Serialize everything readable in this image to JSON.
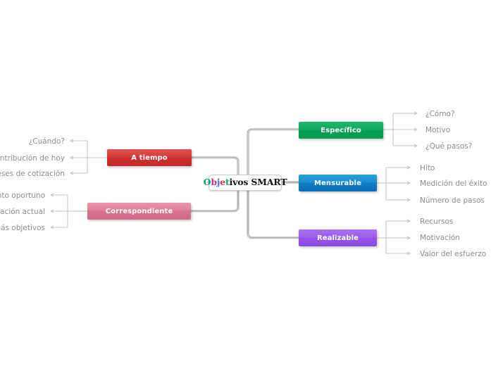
{
  "diagram": {
    "type": "mind-map",
    "title": "Objetivos SMART",
    "background_color": "#ffffff",
    "connector_color": "#b9b9b9",
    "leaf_text_color": "#8c8c8c"
  },
  "root": {
    "label": "Objetivos SMART",
    "letters": [
      {
        "char": "O",
        "color": "#00a86b"
      },
      {
        "char": "b",
        "color": "#d12f8f"
      },
      {
        "char": "j",
        "color": "#2f7fd1"
      },
      {
        "char": "e",
        "color": "#e03030"
      },
      {
        "char": "t",
        "color": "#00a86b"
      },
      {
        "char": "i",
        "color": "#111111"
      },
      {
        "char": "v",
        "color": "#111111"
      },
      {
        "char": "o",
        "color": "#111111"
      },
      {
        "char": "s",
        "color": "#111111"
      },
      {
        "char": " ",
        "color": "#111111"
      },
      {
        "char": "S",
        "color": "#111111"
      },
      {
        "char": "M",
        "color": "#111111"
      },
      {
        "char": "A",
        "color": "#111111"
      },
      {
        "char": "R",
        "color": "#111111"
      },
      {
        "char": "T",
        "color": "#111111"
      }
    ]
  },
  "branches": {
    "right": [
      {
        "label": "Específico",
        "color": "#05a053",
        "children": [
          "¿Cómo?",
          "Motivo",
          "¿Qué pasos?"
        ]
      },
      {
        "label": "Mensurable",
        "color": "#0f7fc4",
        "children": [
          "Hito",
          "Medición del éxito",
          "Número de pasos"
        ]
      },
      {
        "label": "Realizable",
        "color": "#9455e6",
        "children": [
          "Recursos",
          "Motivación",
          "Valor del esfuerzo"
        ]
      }
    ],
    "left": [
      {
        "label": "A tiempo",
        "color": "#cc3030",
        "children": [
          "¿Cuándo?",
          "Contribución de hoy",
          "meses de cotización"
        ]
      },
      {
        "label": "Correspondiente",
        "color": "#d9738f",
        "children": [
          "ento oportuno",
          "uación actual",
          "más objetivos"
        ]
      }
    ]
  }
}
